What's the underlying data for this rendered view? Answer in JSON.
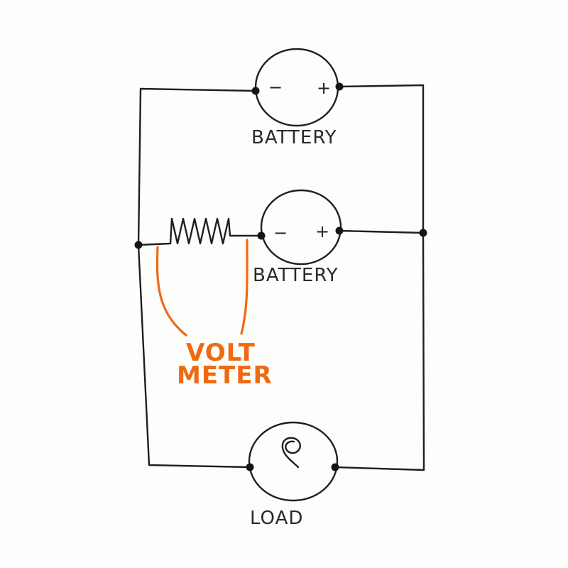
{
  "components": {
    "battery_top": {
      "label": "BATTERY",
      "negative": "−",
      "positive": "+"
    },
    "battery_middle": {
      "label": "BATTERY",
      "negative": "−",
      "positive": "+"
    },
    "voltmeter": {
      "label_line1": "VOLT",
      "label_line2": "METER"
    },
    "load": {
      "label": "LOAD"
    }
  },
  "colors": {
    "ink": "#1f1f1f",
    "voltmeter": "#ee6a12",
    "background": "#fdfdfb"
  }
}
